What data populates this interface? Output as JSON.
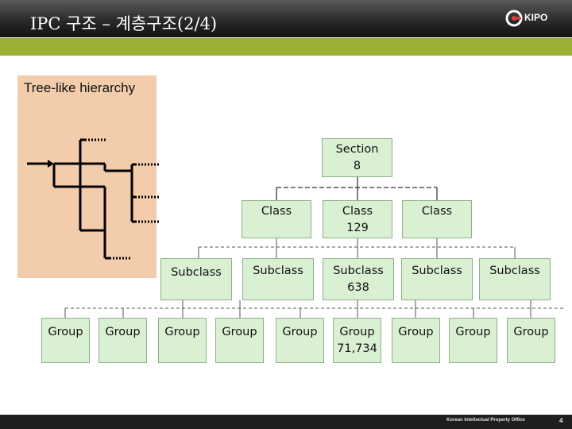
{
  "header": {
    "title": "IPC 구조 – 계층구조(2/4)",
    "logo_text": "KIPO",
    "accent_color": "#9aaf34"
  },
  "tree_panel": {
    "label": "Tree-like hierarchy",
    "background": "#f2ccab"
  },
  "hierarchy": {
    "section": {
      "name": "Section",
      "count": "8"
    },
    "classes": [
      {
        "name": "Class",
        "count": ""
      },
      {
        "name": "Class",
        "count": "129"
      },
      {
        "name": "Class",
        "count": ""
      }
    ],
    "subclasses": [
      {
        "name": "Subclass",
        "count": ""
      },
      {
        "name": "Subclass",
        "count": ""
      },
      {
        "name": "Subclass",
        "count": "638"
      },
      {
        "name": "Subclass",
        "count": ""
      },
      {
        "name": "Subclass",
        "count": ""
      }
    ],
    "groups": [
      {
        "name": "Group",
        "count": ""
      },
      {
        "name": "Group",
        "count": ""
      },
      {
        "name": "Group",
        "count": ""
      },
      {
        "name": "Group",
        "count": ""
      },
      {
        "name": "Group",
        "count": ""
      },
      {
        "name": "Group",
        "count": "71,734"
      },
      {
        "name": "Group",
        "count": ""
      },
      {
        "name": "Group",
        "count": ""
      },
      {
        "name": "Group",
        "count": ""
      }
    ],
    "box_color": "#d9f0d3"
  },
  "footer": {
    "org": "Korean Intellectual Property Office",
    "page": "4"
  }
}
